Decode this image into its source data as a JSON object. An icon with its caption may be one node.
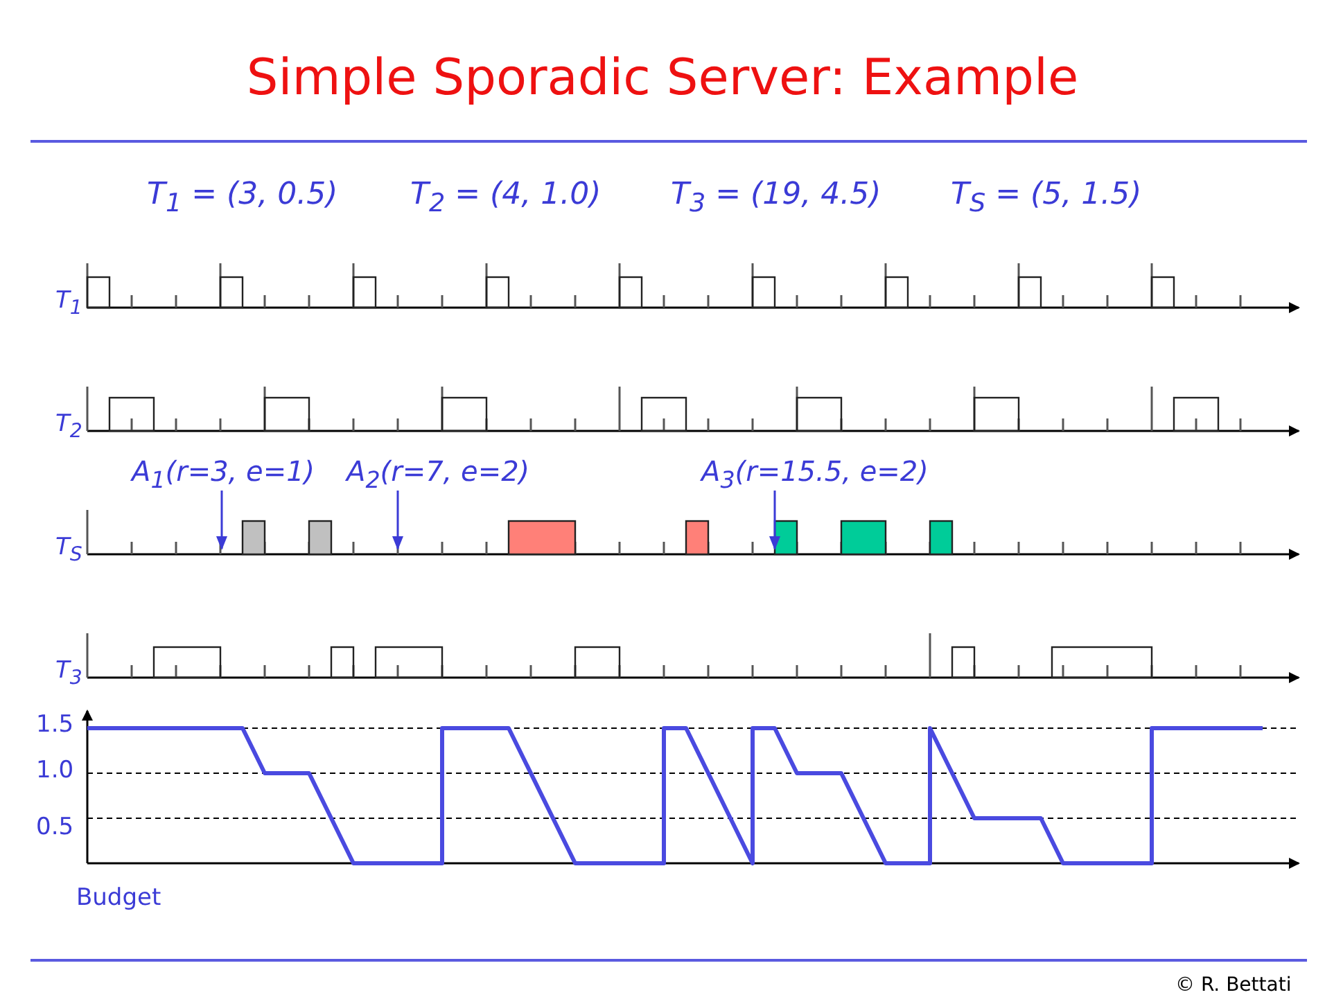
{
  "diagram": {
    "title": "Simple Sporadic Server: Example",
    "nodes": [
      {
        "text": [
          "A$_{1}$(r=3, e=1)"
        ]
      },
      {
        "text": [
          "A$_{2}$(r=7, e=2)"
        ]
      },
      {
        "text": [
          "A$_{3}$(r=15.5, e=2)"
        ]
      }
    ],
    "edges": [
      {
        "from": 0,
        "to": null,
        "arrow": "to"
      },
      {
        "from": 1,
        "to": null,
        "arrow": "to"
      },
      {
        "from": 2,
        "to": null,
        "arrow": "to"
      }
    ],
    "labels": [
      "T$_{1}$ = (3, 0.5)",
      "T$_{2}$ = (4, 1.0)",
      "T$_{3}$ = (19, 4.5)",
      "T$_{S}$ = (5, 1.5)",
      "T$_{1}$",
      "T$_{2}$",
      "T$_{S}$",
      "T$_{3}$",
      "1.5",
      "1.0",
      "0.5",
      "Budget",
      "© R. Bettati"
    ]
  }
}
